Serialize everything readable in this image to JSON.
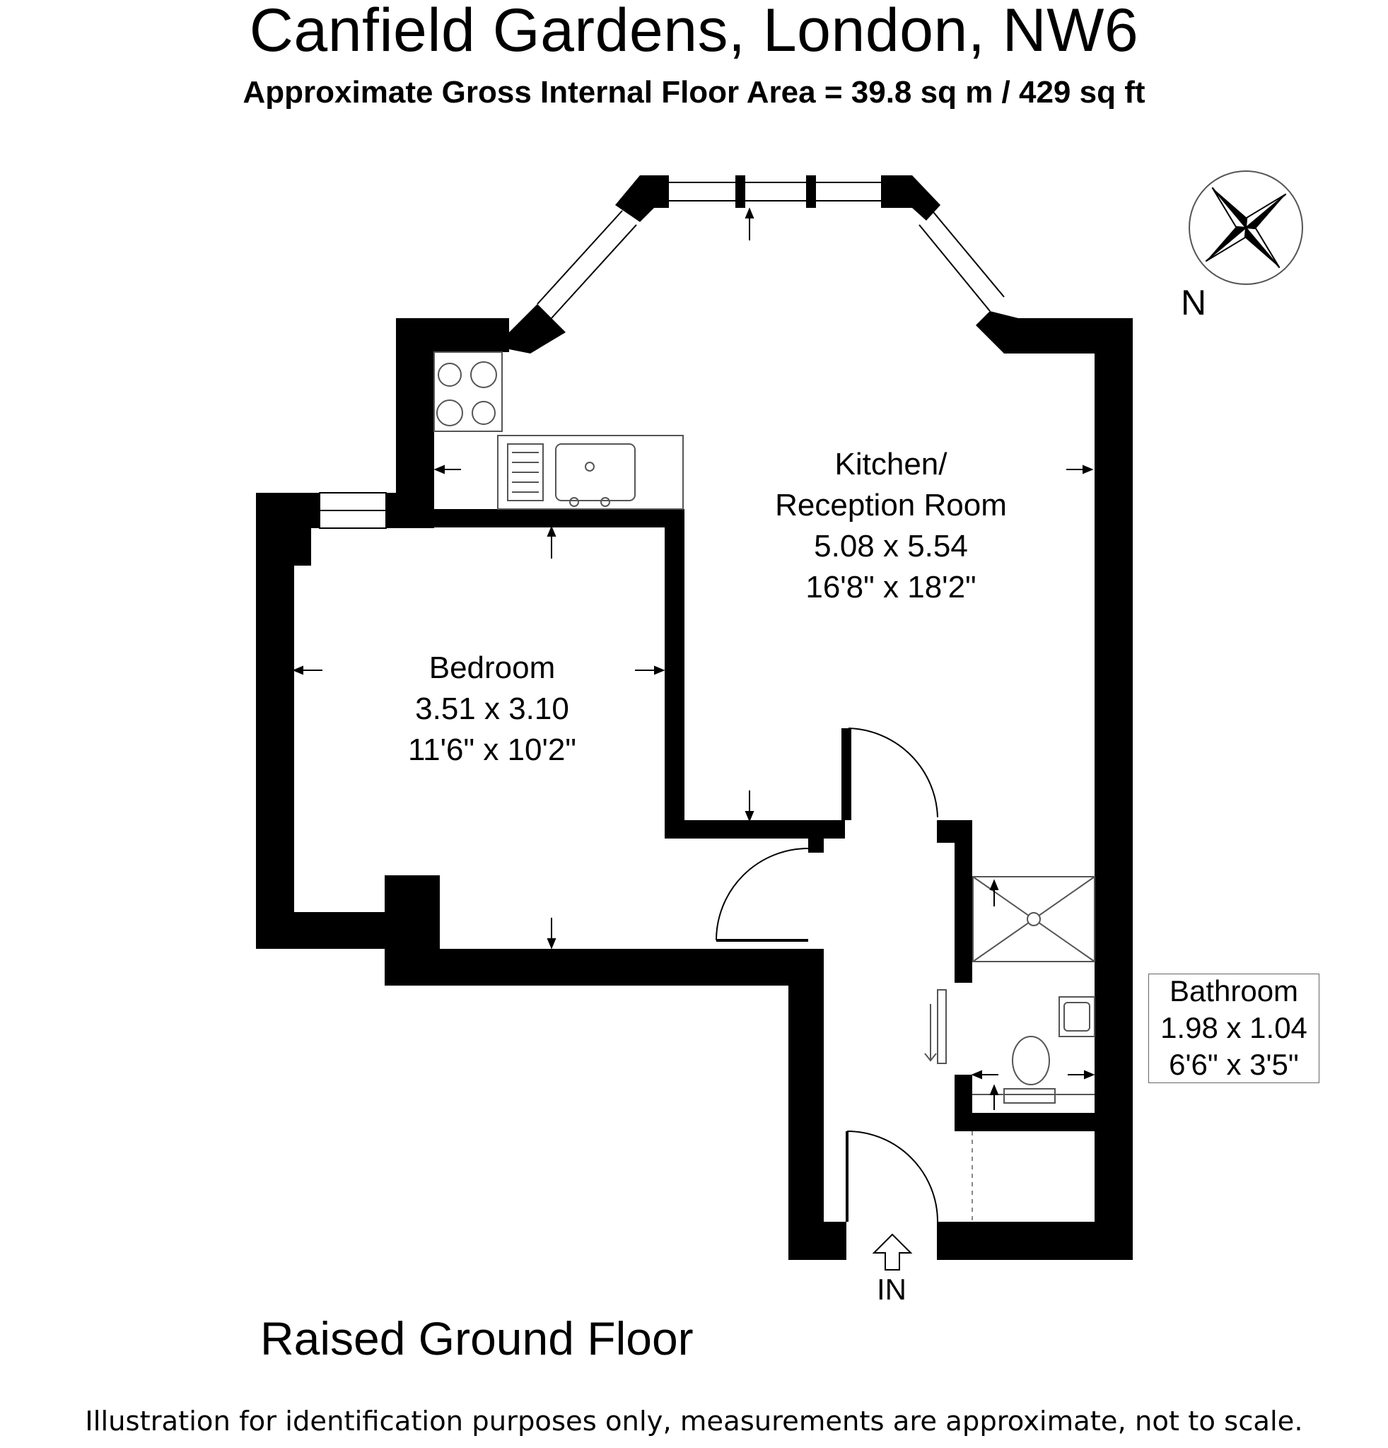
{
  "header": {
    "title": "Canfield Gardens, London, NW6",
    "subtitle": "Approximate Gross Internal Floor Area = 39.8 sq m / 429 sq ft"
  },
  "rooms": {
    "kitchen": {
      "name_line1": "Kitchen/",
      "name_line2": "Reception Room",
      "metric": "5.08 x 5.54",
      "imperial": "16'8\" x 18'2\""
    },
    "bedroom": {
      "name": "Bedroom",
      "metric": "3.51 x 3.10",
      "imperial": "11'6\" x 10'2\""
    },
    "bathroom": {
      "name": "Bathroom",
      "metric": "1.98 x 1.04",
      "imperial": "6'6\" x 3'5\""
    }
  },
  "floor_name": "Raised Ground Floor",
  "entrance_label": "IN",
  "compass": {
    "label": "N",
    "icon": "compass-rose-icon"
  },
  "disclaimer": "Illustration for identification purposes only, measurements are approximate, not to scale.",
  "colors": {
    "wall": "#000000",
    "background": "#ffffff",
    "fixture_line": "#555555"
  }
}
